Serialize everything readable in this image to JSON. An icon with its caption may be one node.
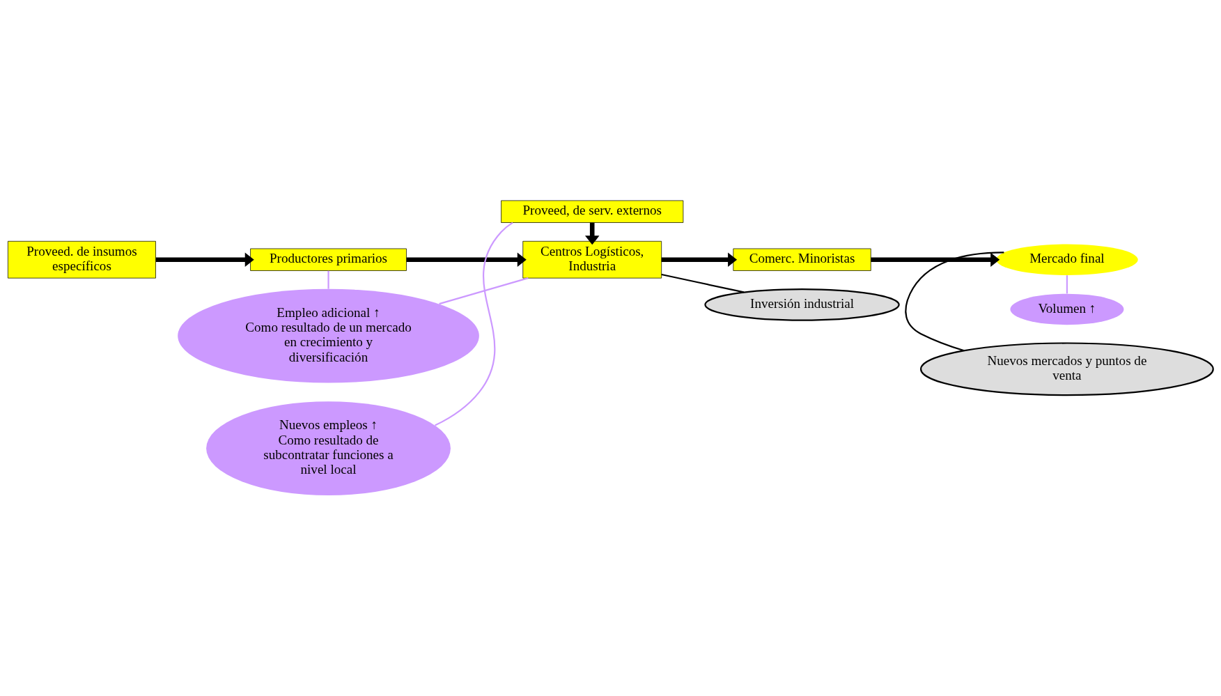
{
  "diagram": {
    "nodes": [
      {
        "text": [
          "Proveed. de insumos específicos"
        ]
      },
      {
        "text": [
          "Productores primarios"
        ]
      },
      {
        "text": [
          "Centros Logísticos, Industria"
        ]
      },
      {
        "text": [
          "Comerc. Minoristas"
        ]
      },
      {
        "text": [
          "Mercado final"
        ]
      },
      {
        "text": [
          "Proveed, de serv. externos"
        ]
      },
      {
        "text": [
          "Empleo adicional ↑",
          "Como resultado de un mercado en crecimiento y diversificación"
        ]
      },
      {
        "text": [
          "Volumen ↑"
        ]
      },
      {
        "text": [
          "Inversión industrial"
        ]
      },
      {
        "text": [
          "Nuevos mercados y puntos de venta"
        ]
      },
      {
        "text": [
          "Nuevos empleos ↑",
          "Como resultado de subcontratar funciones a nivel local"
        ]
      }
    ],
    "edges": [
      {
        "from": 0,
        "to": 1,
        "arrow": "to",
        "style": "thick"
      },
      {
        "from": 1,
        "to": 2,
        "arrow": "to",
        "style": "thick"
      },
      {
        "from": 2,
        "to": 3,
        "arrow": "to",
        "style": "thick"
      },
      {
        "from": 3,
        "to": 4,
        "arrow": "to",
        "style": "thick"
      },
      {
        "from": 5,
        "to": 2,
        "arrow": "to",
        "style": "thick"
      },
      {
        "from": 6,
        "to": 1,
        "arrow": "none",
        "color": "#cc99ff"
      },
      {
        "from": 6,
        "to": 2,
        "arrow": "none",
        "color": "#cc99ff"
      },
      {
        "from": 7,
        "to": 4,
        "arrow": "none",
        "color": "#cc99ff"
      },
      {
        "from": 8,
        "to": 2,
        "arrow": "none"
      },
      {
        "from": 9,
        "to": 4,
        "arrow": "none"
      },
      {
        "from": 10,
        "to": 5,
        "arrow": "none",
        "color": "#cc99ff"
      }
    ]
  }
}
